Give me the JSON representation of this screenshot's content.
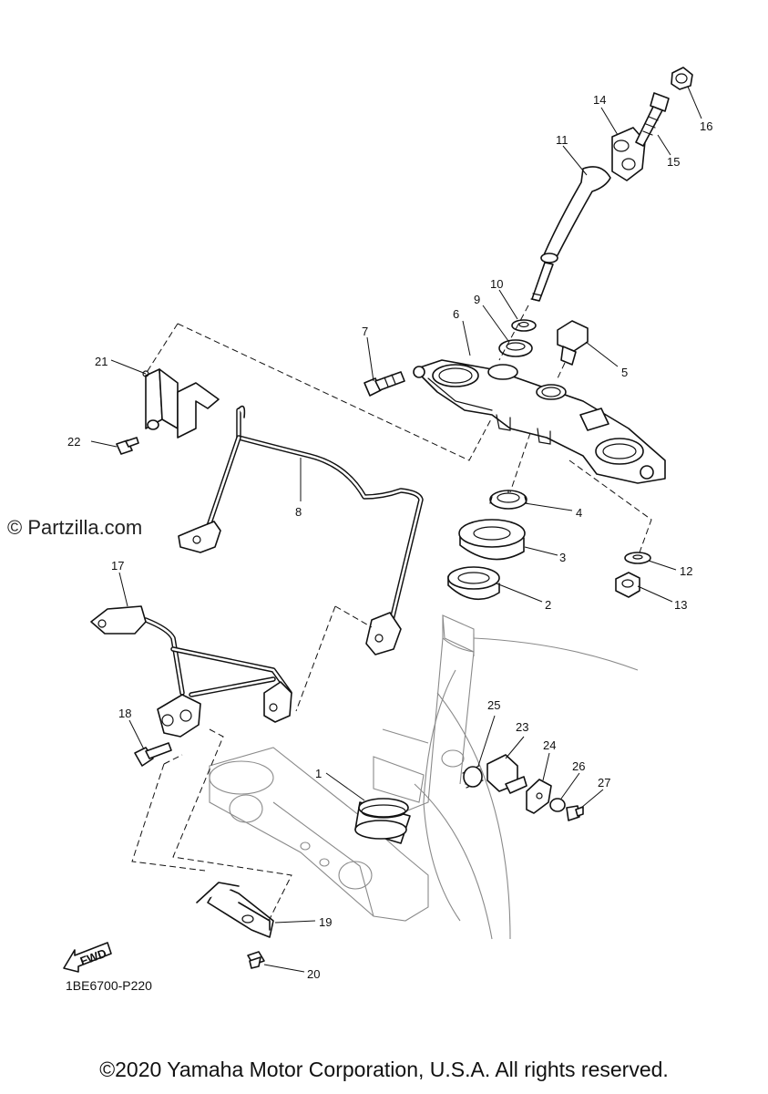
{
  "watermark": "© Partzilla.com",
  "drawing_code": "1BE6700-P220",
  "fwd_label": "FWD",
  "copyright": "©2020 Yamaha Motor Corporation, U.S.A. All rights reserved.",
  "callouts": [
    "1",
    "2",
    "3",
    "4",
    "5",
    "6",
    "7",
    "8",
    "9",
    "10",
    "11",
    "12",
    "13",
    "14",
    "15",
    "16",
    "17",
    "18",
    "19",
    "20",
    "21",
    "22",
    "23",
    "24",
    "25",
    "26",
    "27"
  ]
}
